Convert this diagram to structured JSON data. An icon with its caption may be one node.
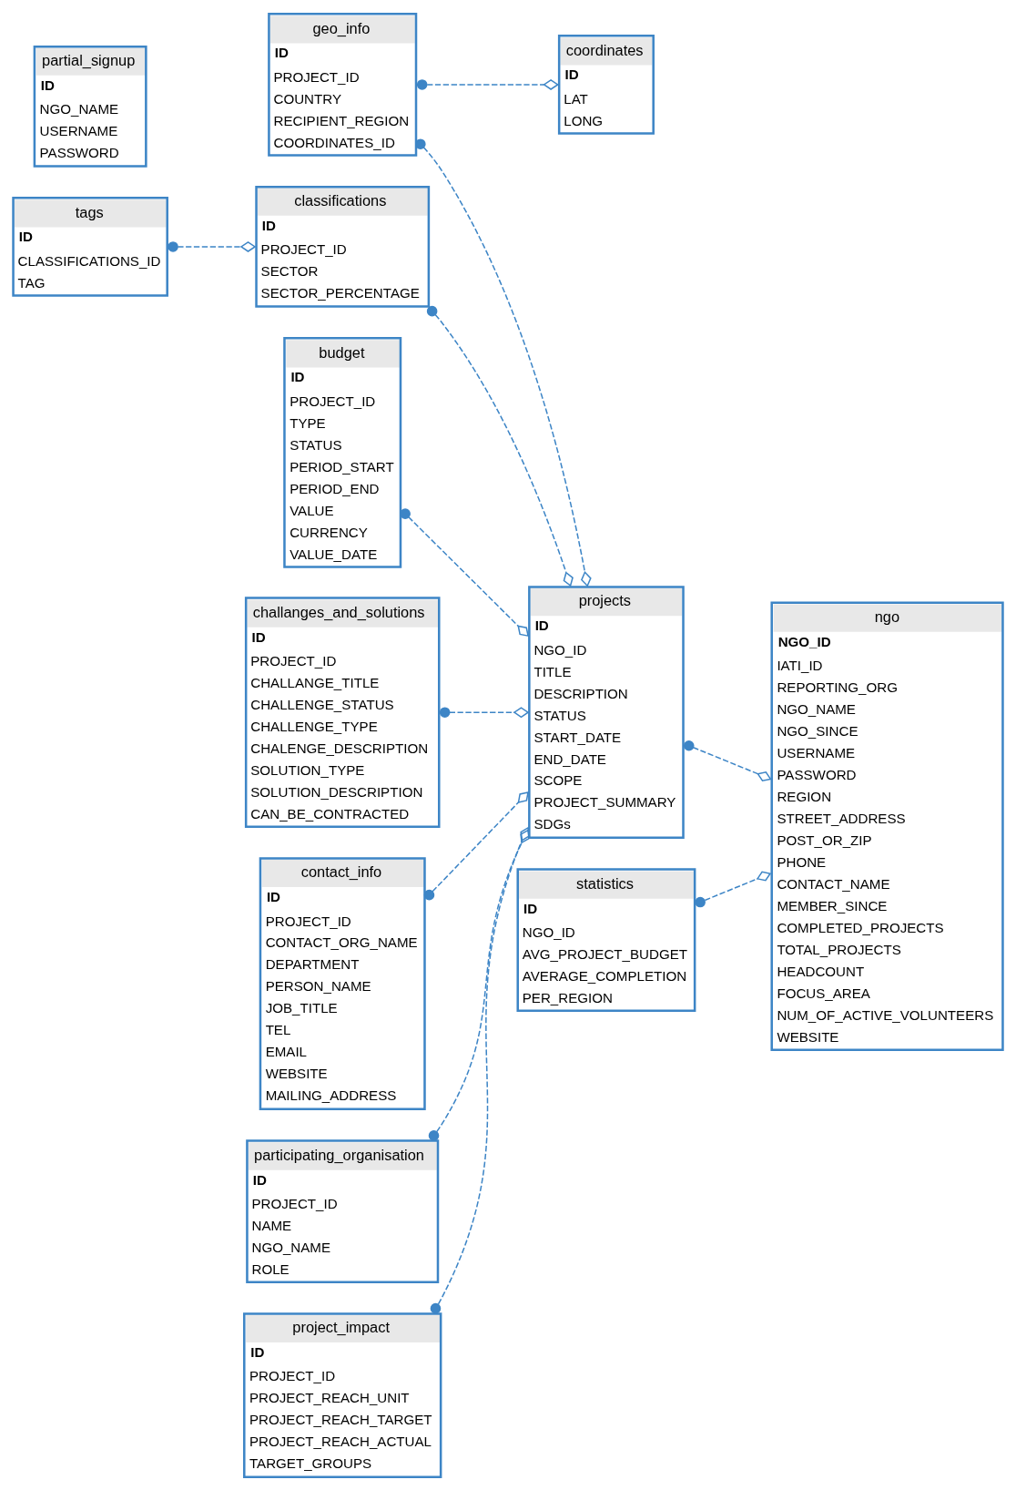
{
  "diagram": {
    "nodes": [
      {
        "text": [
          "geo_info",
          "ID",
          "PROJECT_ID",
          "COUNTRY",
          "RECIPIENT_REGION",
          "COORDINATES_ID"
        ]
      },
      {
        "text": [
          "coordinates",
          "ID",
          "LAT",
          "LONG"
        ]
      },
      {
        "text": [
          "tags",
          "ID",
          "CLASSIFICATIONS_ID",
          "TAG"
        ]
      },
      {
        "text": [
          "classifications",
          "ID",
          "PROJECT_ID",
          "SECTOR",
          "SECTOR_PERCENTAGE"
        ]
      },
      {
        "text": [
          "budget",
          "ID",
          "PROJECT_ID",
          "TYPE",
          "STATUS",
          "PERIOD_START",
          "PERIOD_END",
          "VALUE",
          "CURRENCY",
          "VALUE_DATE"
        ]
      },
      {
        "text": [
          "ngo",
          "NGO_ID",
          "IATI_ID",
          "REPORTING_ORG",
          "NGO_NAME",
          "NGO_SINCE",
          "USERNAME",
          "PASSWORD",
          "REGION",
          "STREET_ADDRESS",
          "POST_OR_ZIP",
          "PHONE",
          "CONTACT_NAME",
          "MEMBER_SINCE",
          "COMPLETED_PROJECTS",
          "TOTAL_PROJECTS",
          "HEADCOUNT",
          "FOCUS_AREA",
          "NUM_OF_ACTIVE_VOLUNTEERS",
          "WEBSITE"
        ]
      },
      {
        "text": [
          "statistics",
          "ID",
          "NGO_ID",
          "AVG_PROJECT_BUDGET",
          "AVERAGE_COMPLETION",
          "PER_REGION"
        ]
      },
      {
        "text": [
          "projects",
          "ID",
          "NGO_ID",
          "TITLE",
          "DESCRIPTION",
          "STATUS",
          "START_DATE",
          "END_DATE",
          "SCOPE",
          "PROJECT_SUMMARY",
          "SDGs"
        ]
      },
      {
        "text": [
          "challanges_and_solutions",
          "ID",
          "PROJECT_ID",
          "CHALLANGE_TITLE",
          "CHALLENGE_STATUS",
          "CHALLENGE_TYPE",
          "CHALENGE_DESCRIPTION",
          "SOLUTION_TYPE",
          "SOLUTION_DESCRIPTION",
          "CAN_BE_CONTRACTED"
        ]
      },
      {
        "text": [
          "partial_signup",
          "ID",
          "NGO_NAME",
          "USERNAME",
          "PASSWORD"
        ]
      },
      {
        "text": [
          "contact_info",
          "ID",
          "PROJECT_ID",
          "CONTACT_ORG_NAME",
          "DEPARTMENT",
          "PERSON_NAME",
          "JOB_TITLE",
          "TEL",
          "EMAIL",
          "WEBSITE",
          "MAILING_ADDRESS"
        ]
      },
      {
        "text": [
          "participating_organisation",
          "ID",
          "PROJECT_ID",
          "NAME",
          "NGO_NAME",
          "ROLE"
        ]
      },
      {
        "text": [
          "project_impact",
          "ID",
          "PROJECT_ID",
          "PROJECT_REACH_UNIT",
          "PROJECT_REACH_TARGET",
          "PROJECT_REACH_ACTUAL",
          "TARGET_GROUPS"
        ]
      }
    ],
    "edges": [
      {
        "from": 0,
        "to": 1,
        "arrow": "other",
        "style": "dashed"
      },
      {
        "from": 2,
        "to": 3,
        "arrow": "other",
        "style": "dashed"
      },
      {
        "from": 0,
        "to": 7,
        "arrow": "other",
        "style": "dashed"
      },
      {
        "from": 3,
        "to": 7,
        "arrow": "other",
        "style": "dashed"
      },
      {
        "from": 4,
        "to": 7,
        "arrow": "other",
        "style": "dashed"
      },
      {
        "from": 6,
        "to": 5,
        "arrow": "other",
        "style": "dashed"
      },
      {
        "from": 7,
        "to": 5,
        "arrow": "other",
        "style": "dashed"
      },
      {
        "from": 8,
        "to": 7,
        "arrow": "other",
        "style": "dashed"
      },
      {
        "from": 10,
        "to": 7,
        "arrow": "other",
        "style": "dashed"
      },
      {
        "from": 11,
        "to": 7,
        "arrow": "other",
        "style": "dashed"
      },
      {
        "from": 12,
        "to": 7,
        "arrow": "other",
        "style": "dashed"
      }
    ]
  }
}
